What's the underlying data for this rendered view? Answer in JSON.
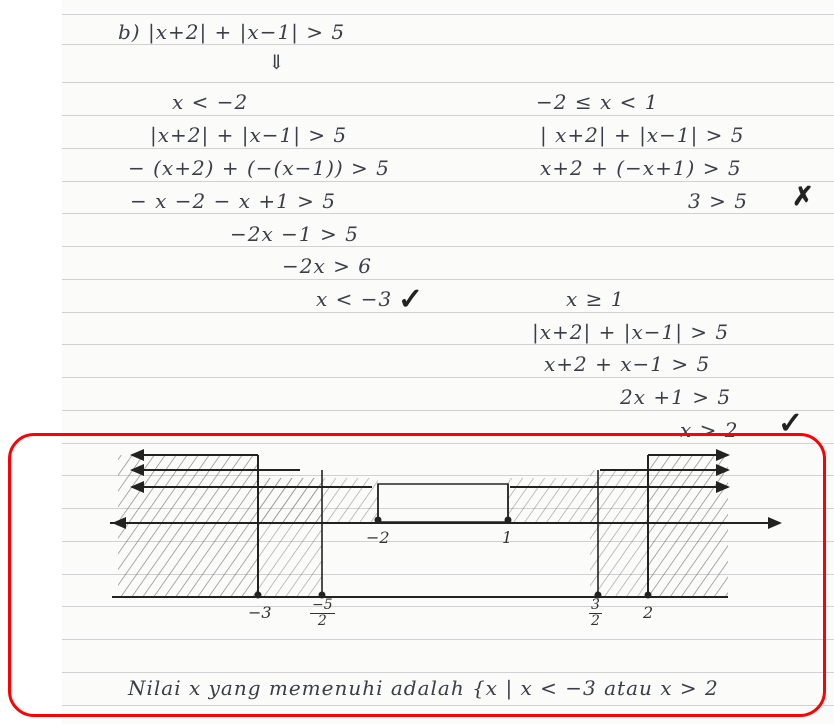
{
  "work": {
    "problem": "b)  |x+2| + |x−1| > 5",
    "arrow": "⇓",
    "left": [
      "x < −2",
      "|x+2| + |x−1| > 5",
      "− (x+2) + (−(x−1)) > 5",
      "− x −2  − x +1     > 5",
      "−2x  −1     > 5",
      "−2x  > 6",
      "x  < −3"
    ],
    "right_mid": [
      "−2 ≤ x < 1",
      "| x+2| + |x−1| > 5",
      "x+2 + (−x+1)   > 5",
      "3   > 5"
    ],
    "right_high": [
      "x ≥ 1",
      "|x+2| + |x−1| > 5",
      "x+2 + x−1    > 5",
      "2x +1  > 5",
      "x  > 2"
    ],
    "marks": {
      "check": "✓",
      "cross": "✗"
    }
  },
  "numberline": {
    "upper_ticks": [
      "−2",
      "1"
    ],
    "lower_ticks": [
      "−3",
      "2"
    ],
    "frac_left": {
      "num": "−5",
      "den": "2"
    },
    "frac_right": {
      "num": "3",
      "den": "2"
    }
  },
  "conclusion": "Nilai x yang memenuhi adalah  {x | x < −3 atau x > 2"
}
